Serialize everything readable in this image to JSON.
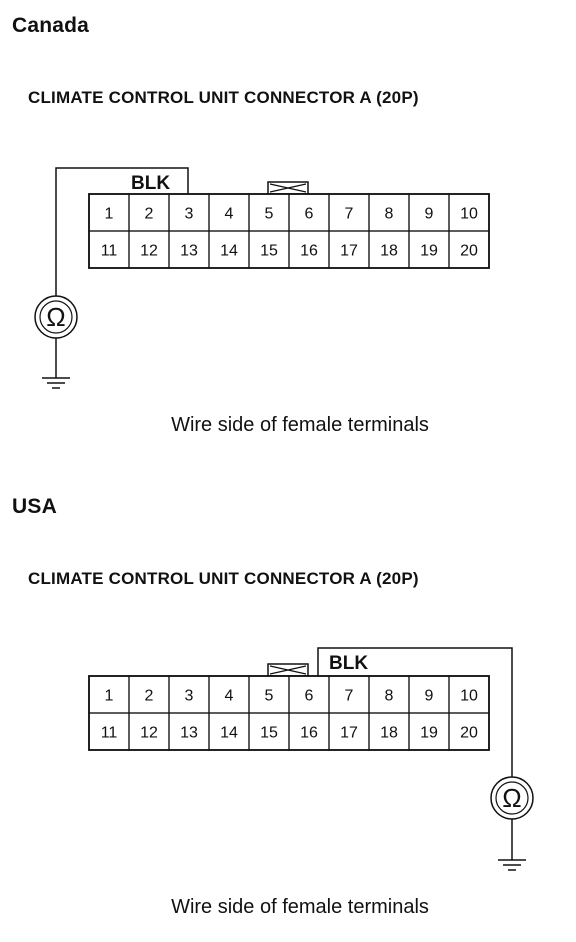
{
  "sections": [
    {
      "region": "Canada",
      "connector_title": "CLIMATE CONTROL UNIT CONNECTOR A (20P)",
      "wire_label": "BLK",
      "probe_pin": 3,
      "meter_symbol": "Ω",
      "caption": "Wire side of female terminals"
    },
    {
      "region": "USA",
      "connector_title": "CLIMATE CONTROL UNIT CONNECTOR A (20P)",
      "wire_label": "BLK",
      "probe_pin": 6,
      "meter_symbol": "Ω",
      "caption": "Wire side of female terminals"
    }
  ],
  "pins": {
    "top_row": [
      "1",
      "2",
      "3",
      "4",
      "5",
      "6",
      "7",
      "8",
      "9",
      "10"
    ],
    "bottom_row": [
      "11",
      "12",
      "13",
      "14",
      "15",
      "16",
      "17",
      "18",
      "19",
      "20"
    ]
  }
}
